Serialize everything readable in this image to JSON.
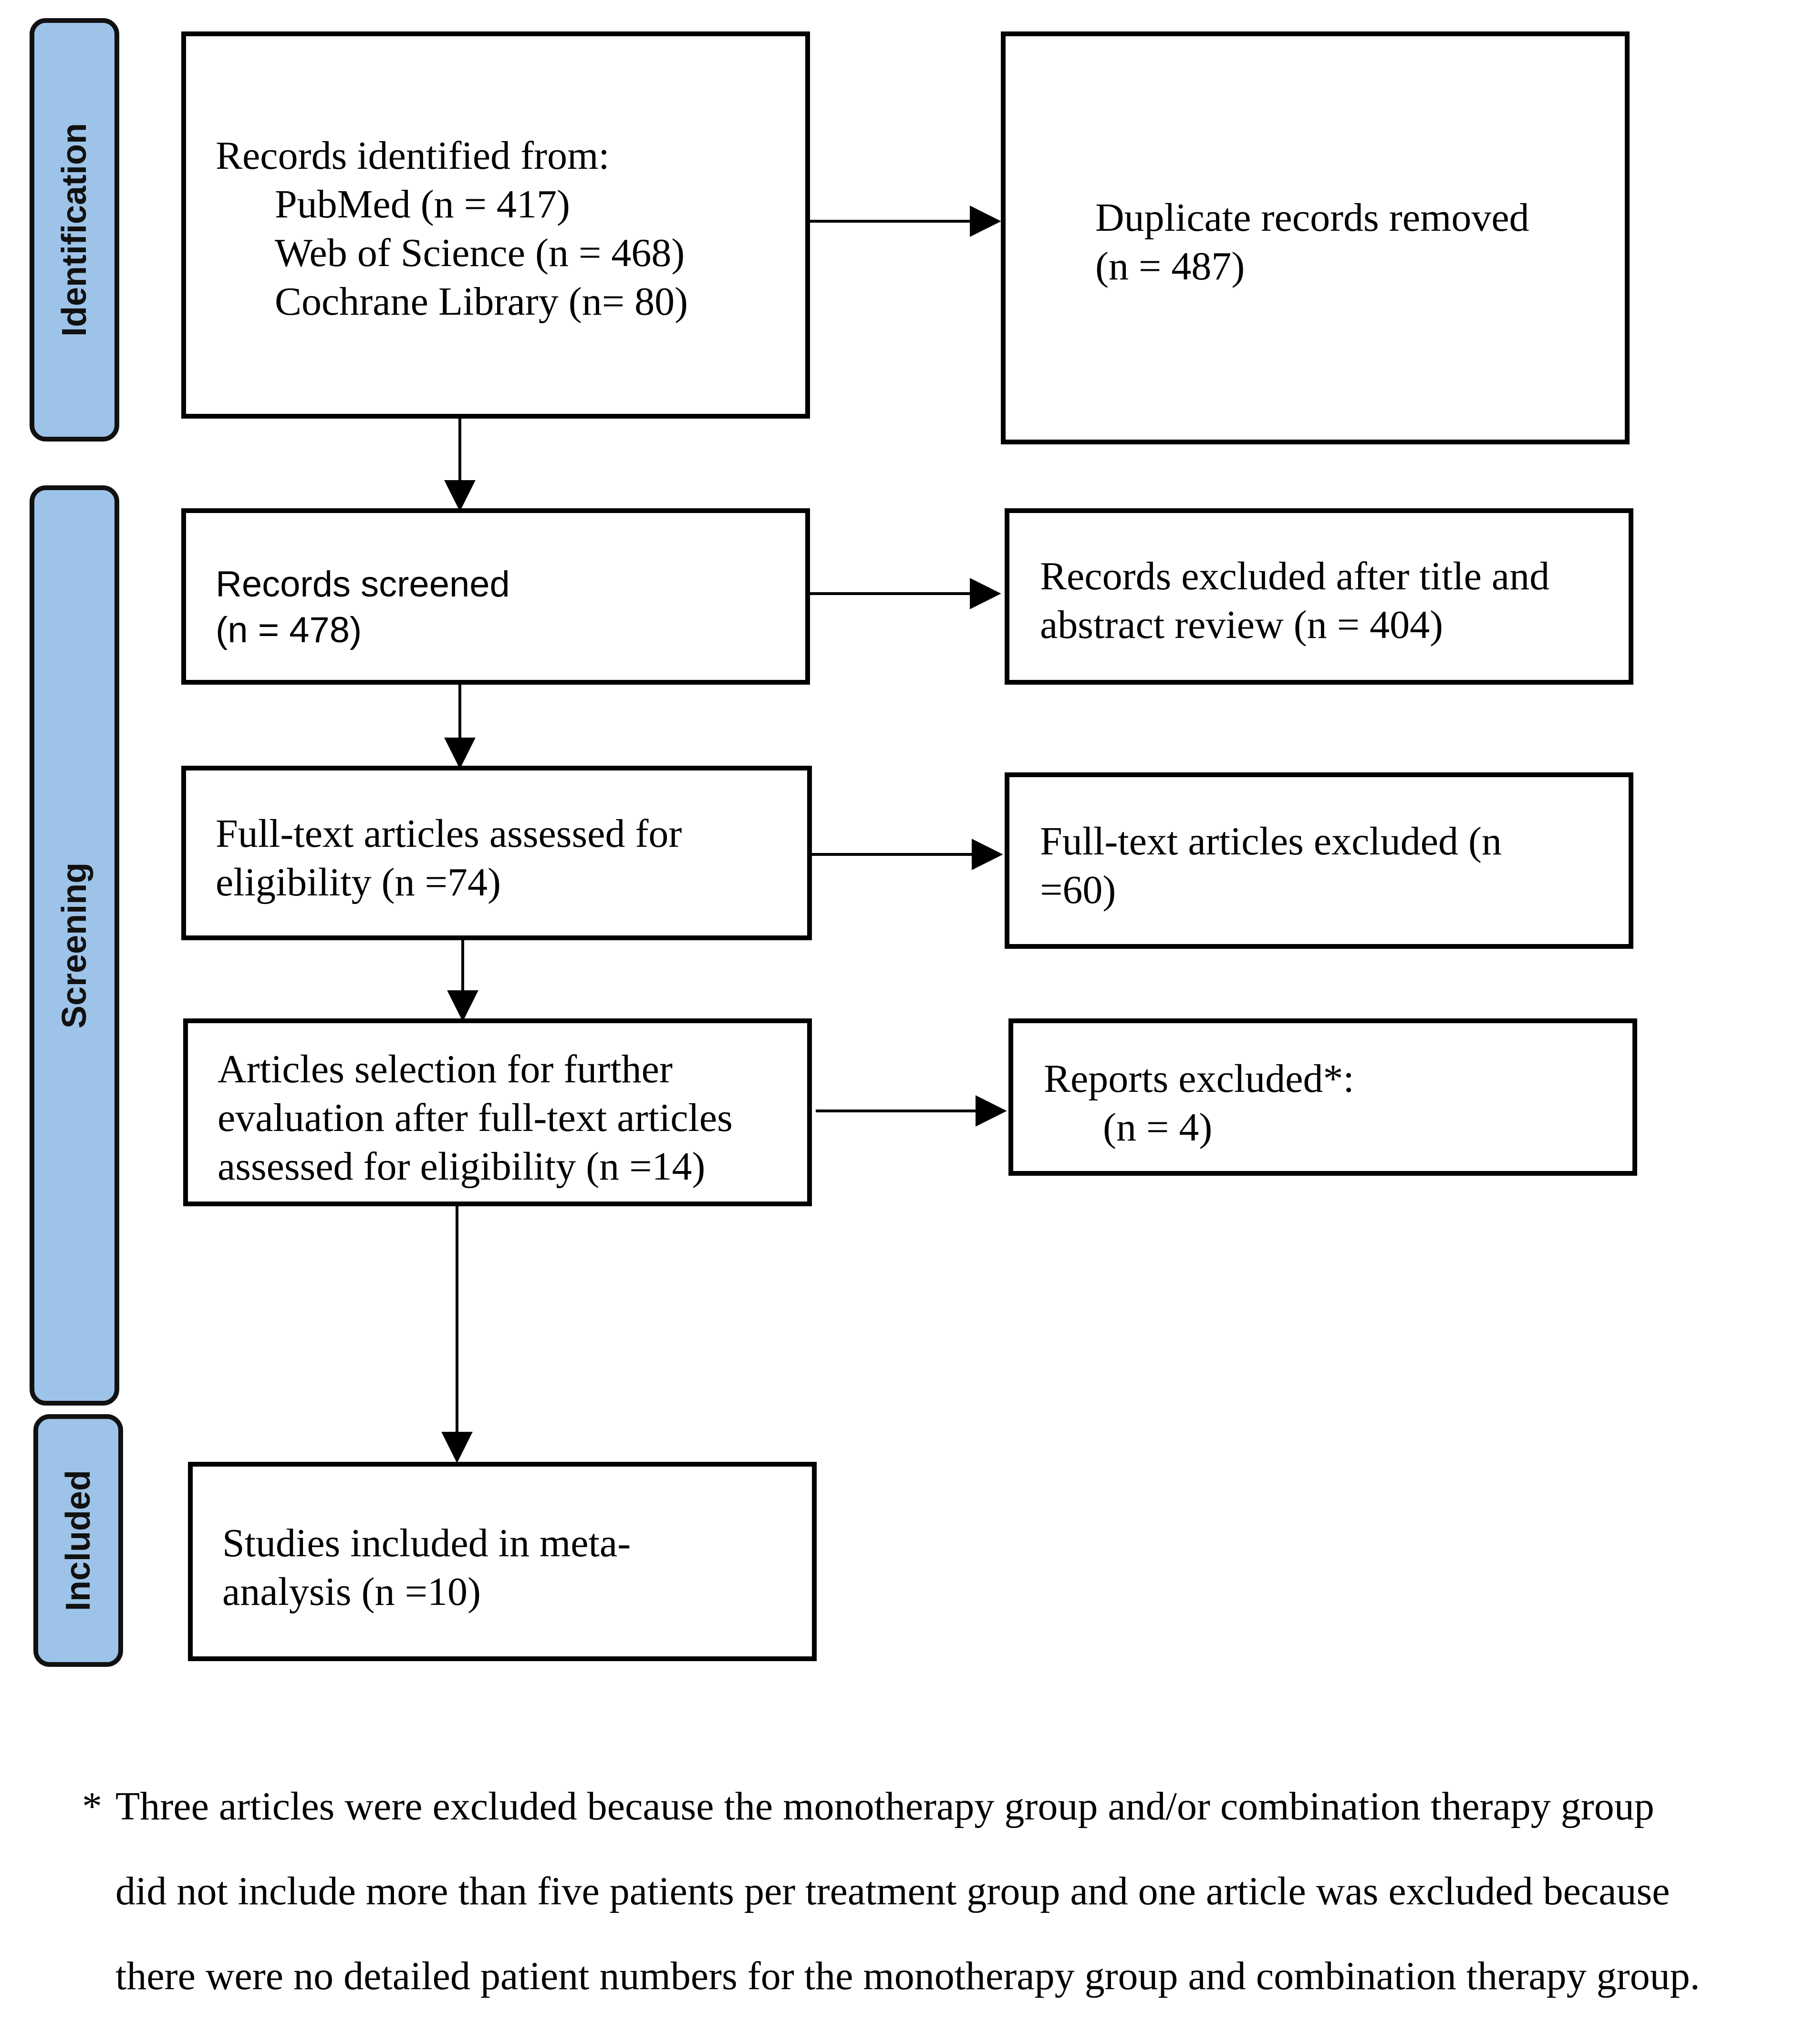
{
  "phases": {
    "identification": "Identification",
    "screening": "Screening",
    "included": "Included"
  },
  "boxes": {
    "identified": {
      "heading": "Records identified from:",
      "sources": [
        "PubMed (n = 417)",
        "Web of Science (n = 468)",
        "Cochrane Library (n= 80)"
      ]
    },
    "duplicates": {
      "lines": [
        "Duplicate records removed",
        "(n = 487)"
      ]
    },
    "screened": {
      "lines": [
        "Records screened",
        "(n = 478)"
      ]
    },
    "excluded_title": {
      "lines": [
        "Records excluded after title and",
        "abstract review (n = 404)"
      ]
    },
    "fulltext": {
      "lines": [
        "Full-text articles assessed for",
        "eligibility (n =74)"
      ]
    },
    "fulltext_excluded": {
      "lines": [
        "Full-text articles excluded (n",
        "=60)"
      ]
    },
    "selection": {
      "lines": [
        "Articles selection for further",
        "evaluation after full-text articles",
        "assessed for eligibility (n =14)"
      ]
    },
    "reports_excluded": {
      "heading": "Reports excluded*:",
      "value": "(n = 4)"
    },
    "included": {
      "lines": [
        "Studies included in meta-",
        "analysis (n =10)"
      ]
    }
  },
  "footnote": {
    "marker": "*",
    "lines": [
      "Three articles were excluded because the monotherapy group and/or combination therapy group",
      "did not include more than five patients per treatment group and one article was excluded because",
      "there were no detailed patient numbers for the monotherapy group and combination therapy group."
    ]
  }
}
